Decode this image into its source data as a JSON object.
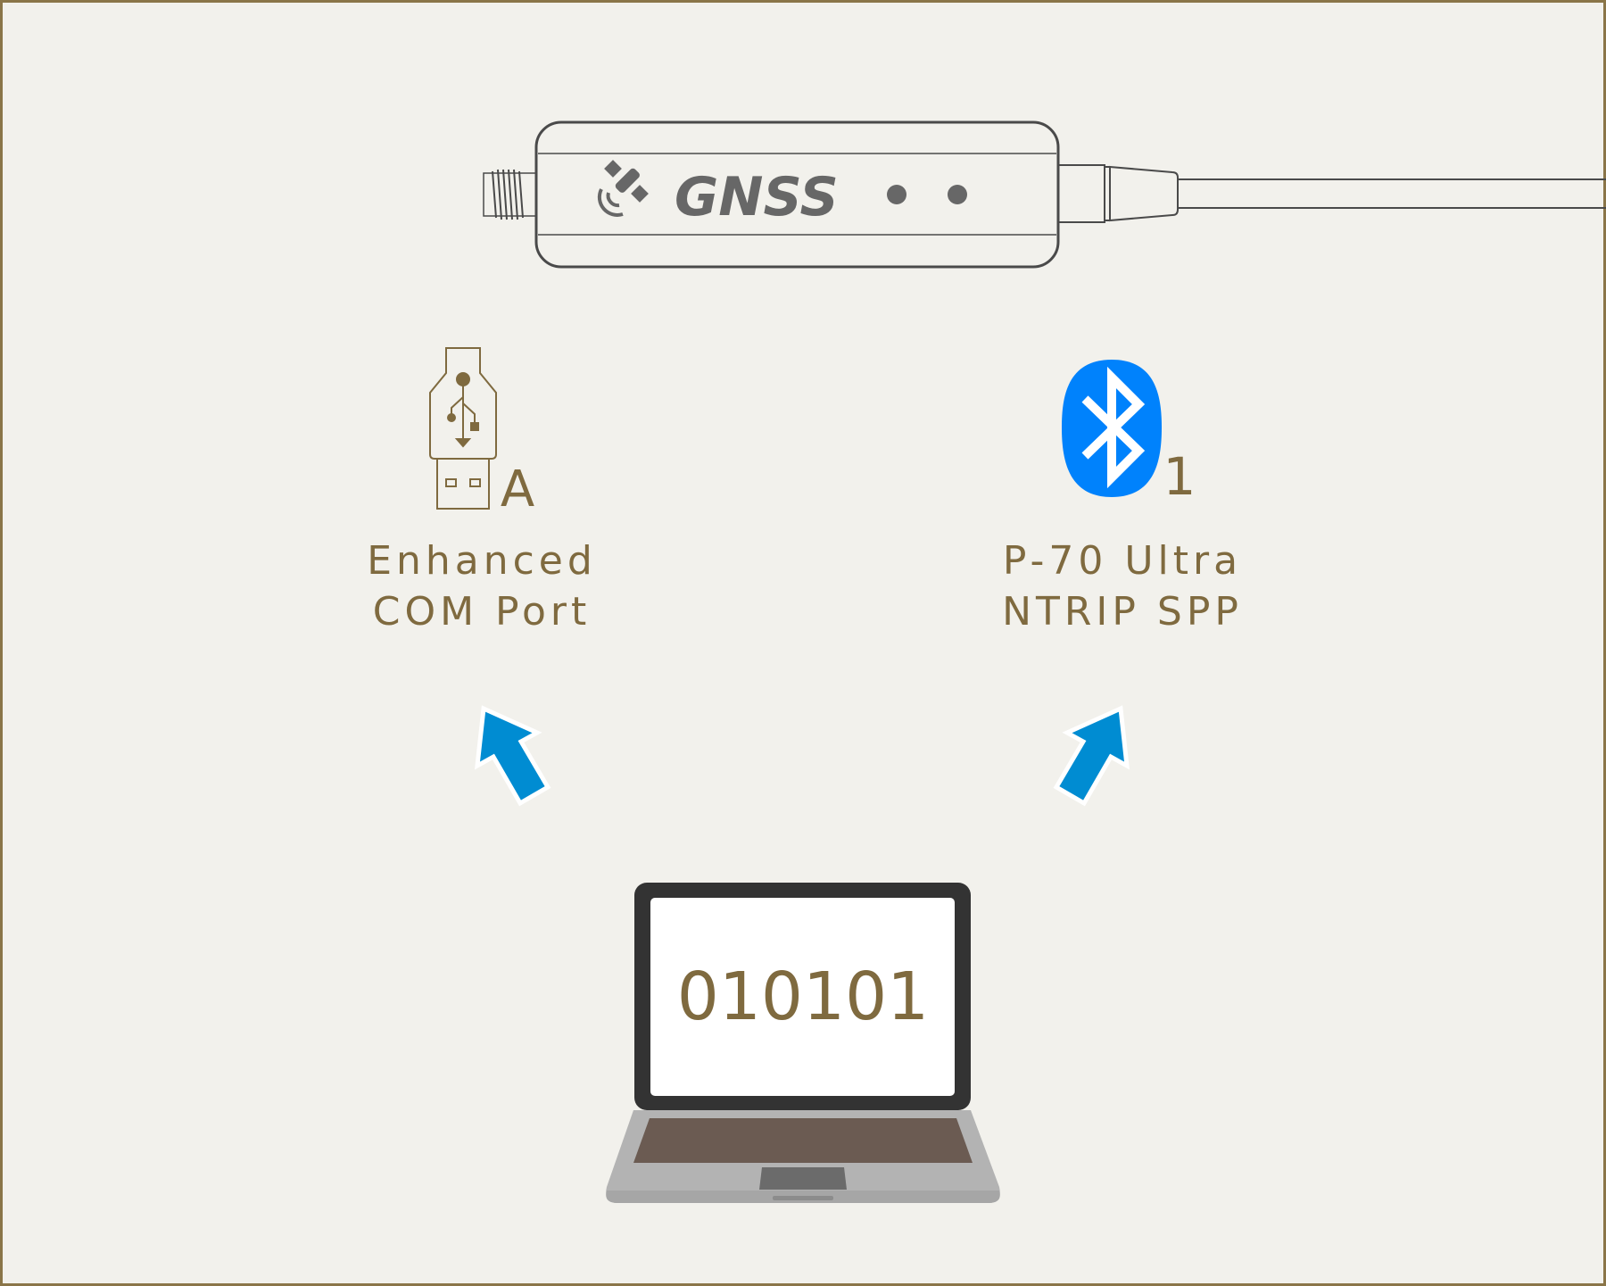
{
  "receiver": {
    "brand": "GNSS"
  },
  "usb": {
    "connector_type": "A",
    "label_line1": "Enhanced",
    "label_line2": "COM Port"
  },
  "bluetooth": {
    "index": "1",
    "label_line1": "P-70 Ultra",
    "label_line2": "NTRIP SPP"
  },
  "laptop": {
    "screen_text": "010101"
  },
  "colors": {
    "background": "#f2f1ec",
    "border": "#8a7548",
    "accent_text": "#7f6a3f",
    "bluetooth_blue": "#0082fc",
    "arrow_blue": "#008cd2",
    "device_outline": "#4a4a4a",
    "device_logo": "#676767",
    "laptop_bezel": "#333333",
    "laptop_base": "#b3b3b3",
    "laptop_keyboard": "#6b5b52"
  }
}
